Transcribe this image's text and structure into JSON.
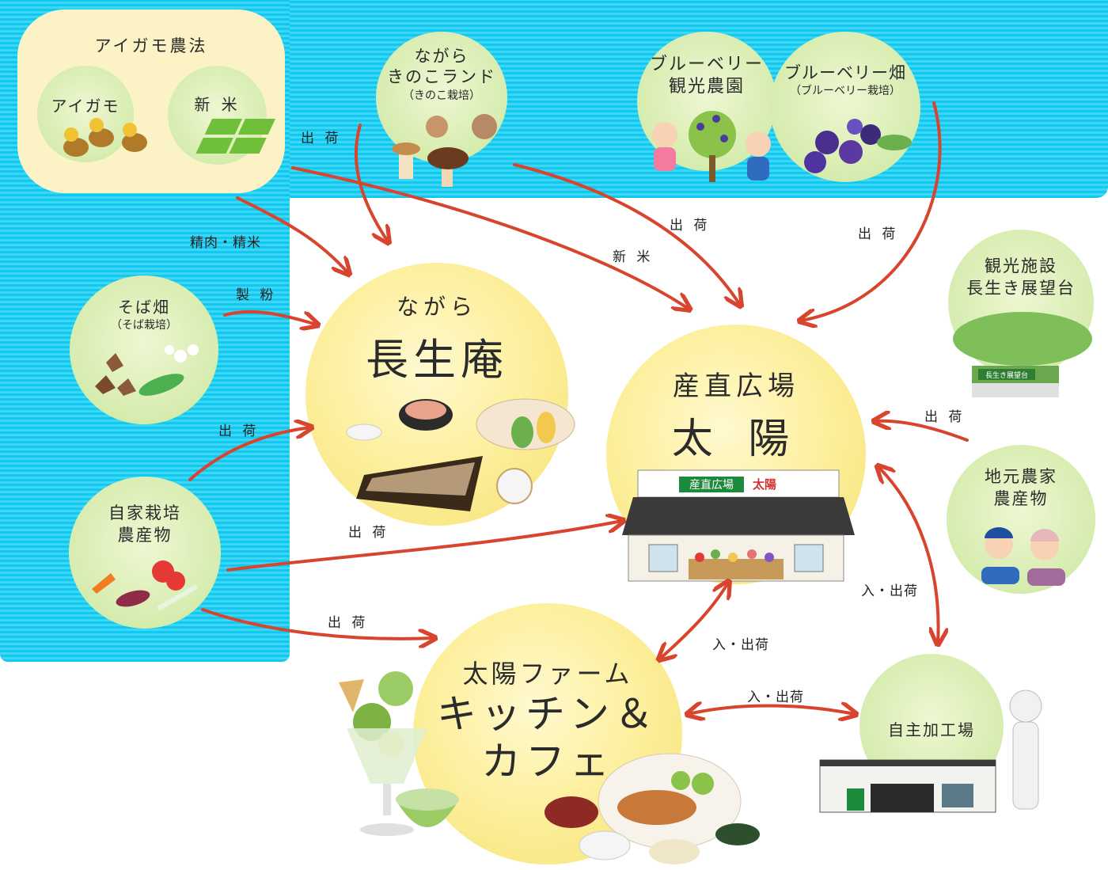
{
  "nodes": {
    "aigamo_group": "アイガモ農法",
    "aigamo": "アイガモ",
    "shinmai": "新 米",
    "kinoko": "ながら\nきのこランド",
    "kinoko_sub": "（きのこ栽培）",
    "blueberry_park": "ブルーベリー\n観光農園",
    "blueberry_field": "ブルーベリー畑",
    "blueberry_field_sub": "（ブルーベリー栽培）",
    "soba": "そば畑",
    "soba_sub": "（そば栽培）",
    "jika": "自家栽培\n農産物",
    "choseian_small": "ながら",
    "choseian_big": "長生庵",
    "sanchoku_small": "産直広場",
    "sanchoku_big": "太 陽",
    "shop_sign_a": "産直広場",
    "shop_sign_b": "太陽",
    "farm_small": "太陽ファーム",
    "farm_big": "キッチン＆\nカフェ",
    "kanko": "観光施設\n長生き展望台",
    "kanko_sign": "長生き展望台",
    "jimoto": "地元農家\n農産物",
    "kakou": "自主加工場"
  },
  "edges": {
    "e1": "出 荷",
    "e2": "精肉・精米",
    "e3": "新 米",
    "e4": "出 荷",
    "e5": "出 荷",
    "e6": "製 粉",
    "e7": "出 荷",
    "e8": "出 荷",
    "e9": "出 荷",
    "e10": "出 荷",
    "e11": "入・出荷",
    "e12": "入・出荷",
    "e13": "入・出荷"
  },
  "colors": {
    "band": "#10c9f0",
    "arrow": "#d8452e",
    "node_green": "#d6ecae",
    "node_yellow": "#fdf0a0"
  }
}
